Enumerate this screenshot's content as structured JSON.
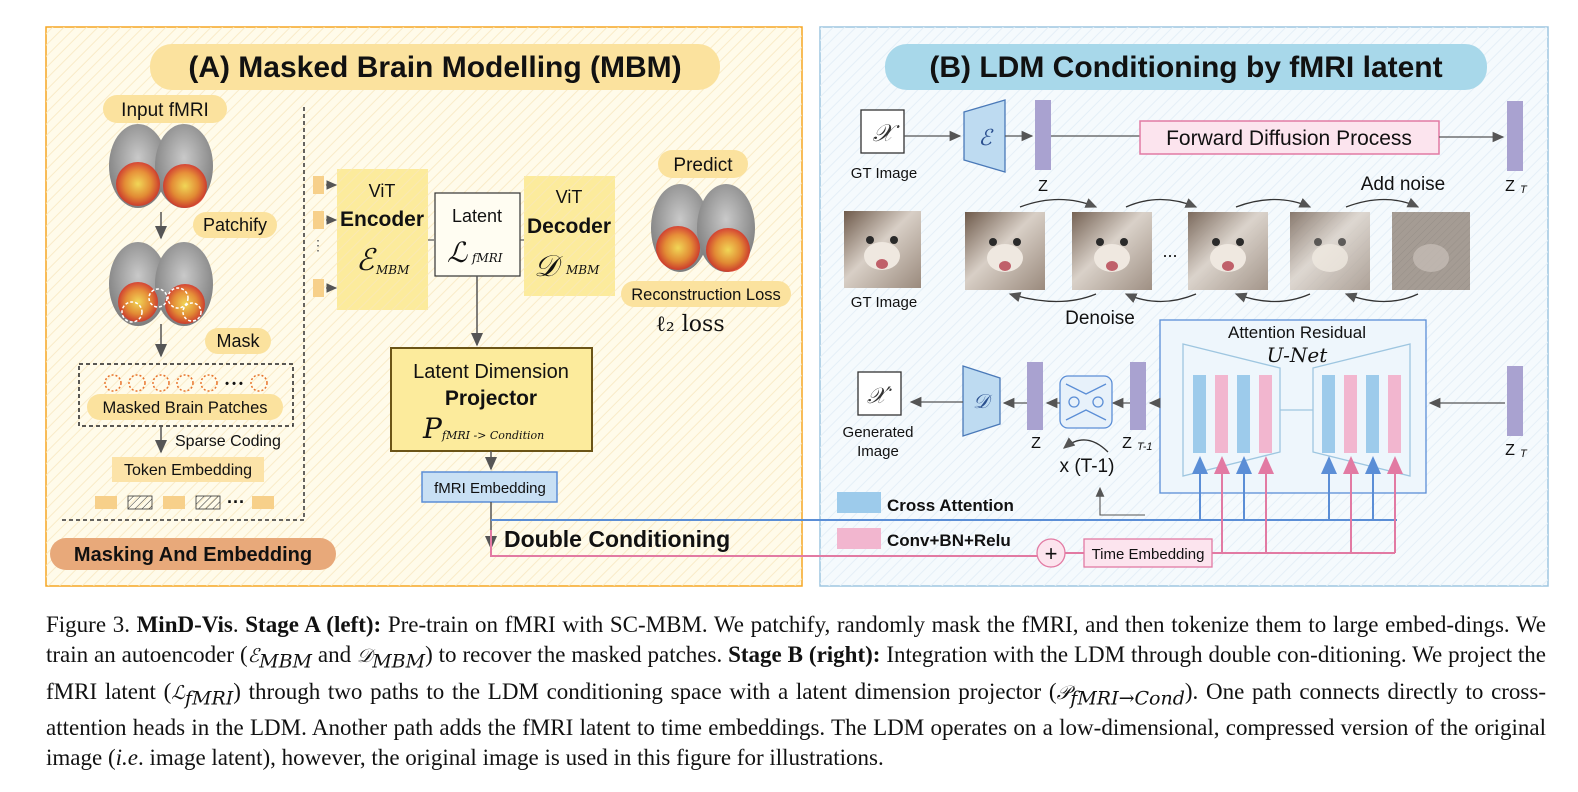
{
  "panel_a": {
    "title": "(A) Masked Brain Modelling (MBM)",
    "input_label": "Input fMRI",
    "patchify": "Patchify",
    "mask": "Mask",
    "masked_patches": "Masked Brain Patches",
    "sparse_coding": "Sparse Coding",
    "token_embedding": "Token Embedding",
    "masking_embedding": "Masking And Embedding",
    "encoder_line1": "ViT",
    "encoder_line2": "Encoder",
    "encoder_symbol": "ℰ",
    "encoder_sub": "MBM",
    "latent_line1": "Latent",
    "latent_symbol": "ℒ",
    "latent_sub": "fMRI",
    "decoder_line1": "ViT",
    "decoder_line2": "Decoder",
    "decoder_symbol": "𝒟",
    "decoder_sub": "MBM",
    "predict": "Predict",
    "recon_loss": "Reconstruction Loss",
    "l2_loss": "ℓ₂ loss",
    "projector_line1": "Latent Dimension",
    "projector_line2": "Projector",
    "projector_symbol": "P",
    "projector_sub": "fMRI -> Condition",
    "fmri_embedding": "fMRI Embedding",
    "double_conditioning": "Double Conditioning",
    "dots": "• • •",
    "ellipsis": "···"
  },
  "panel_b": {
    "title": "(B) LDM Conditioning by fMRI latent",
    "x_symbol": "𝒳",
    "gt_image": "GT Image",
    "e_symbol": "ℰ",
    "z": "Z",
    "forward_diffusion": "Forward Diffusion Process",
    "zt": "Z",
    "zt_sub": "T",
    "add_noise": "Add noise",
    "gt_image2": "GT Image",
    "denoise": "Denoise",
    "ellipsis": "...",
    "attention_residual": "Attention Residual",
    "unet": "U-Net",
    "x_prime_symbol": "𝒳′",
    "generated_1": "Generated",
    "generated_2": "Image",
    "d_symbol": "𝒟",
    "z2": "Z",
    "zt1": "Z",
    "zt1_sub": "T-1",
    "repeat": "x (T-1)",
    "zt2": "Z",
    "zt2_sub": "T",
    "legend_cross": "Cross Attention",
    "legend_conv": "Conv+BN+Relu",
    "time_embedding": "Time Embedding",
    "plus": "+"
  },
  "colors": {
    "panel_a_border": "#F5A623",
    "panel_a_bg": "#FFFBEA",
    "panel_b_border": "#9EC6E0",
    "panel_b_bg": "#F5FAFD",
    "label_yellow": "#FBE29E",
    "box_yellow": "#FCEB9C",
    "title_b_blue": "#A8D8EA",
    "masking_orange": "#E8A97A",
    "latent_purple": "#A9A2D0",
    "cross_blue": "#9DCBEB",
    "conv_pink": "#F2B6CF",
    "line_blue": "#5B8ED6",
    "line_pink": "#E27AA3"
  },
  "caption": {
    "prefix": "Figure 3. ",
    "name": "MinD-Vis",
    "sep": ". ",
    "stage_a": "Stage A (left):",
    "text1": " Pre-train on fMRI with SC-MBM. We patchify, randomly mask the fMRI, and then tokenize them to large embed-dings. We train an autoencoder (",
    "sym_enc": "ℰ",
    "sub_enc": "MBM",
    "and": " and ",
    "sym_dec": "𝒟",
    "sub_dec": "MBM",
    "text2": ") to recover the masked patches. ",
    "stage_b": "Stage B (right):",
    "text3": " Integration with the LDM through double con-ditioning. We project the fMRI latent (",
    "sym_lat": "ℒ",
    "sub_lat": "fMRI",
    "text4": ") through two paths to the LDM conditioning space with a latent dimension projector (",
    "sym_proj": "𝒫",
    "sub_proj": "fMRI→Cond",
    "text5": "). One path connects directly to cross-attention heads in the LDM. Another path adds the fMRI latent to time embeddings. The LDM operates on a low-dimensional, compressed version of the original image (",
    "ie": "i.e",
    "text6": ". image latent), however, the original image is used in this figure for illustrations."
  }
}
